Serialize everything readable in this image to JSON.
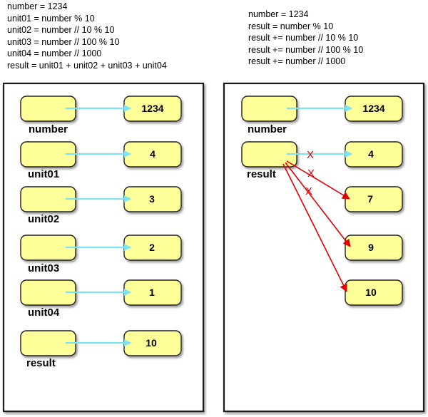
{
  "code_left": [
    "number = 1234",
    "unit01 = number % 10",
    "unit02 = number // 10 % 10",
    "unit03 = number // 100 % 10",
    "unit04 = number // 1000",
    "result = unit01 + unit02 + unit03 + unit04"
  ],
  "code_right": [
    "number = 1234",
    "result = number % 10",
    "result += number // 10 % 10",
    "result += number // 100 % 10",
    "result += number // 1000"
  ],
  "left_panel": {
    "rows": [
      {
        "name": "number",
        "value": "1234"
      },
      {
        "name": "unit01",
        "value": "4"
      },
      {
        "name": "unit02",
        "value": "3"
      },
      {
        "name": "unit03",
        "value": "2"
      },
      {
        "name": "unit04",
        "value": "1"
      },
      {
        "name": "result",
        "value": "10"
      }
    ]
  },
  "right_panel": {
    "number_label": "number",
    "number_value": "1234",
    "result_label": "result",
    "result_values": [
      "4",
      "7",
      "9",
      "10"
    ],
    "superseded_mark": "X"
  },
  "colors": {
    "box_fill": "#ffff99",
    "reference_arrow": "#7fe3ef",
    "rebinding_arrow": "#e00000"
  }
}
